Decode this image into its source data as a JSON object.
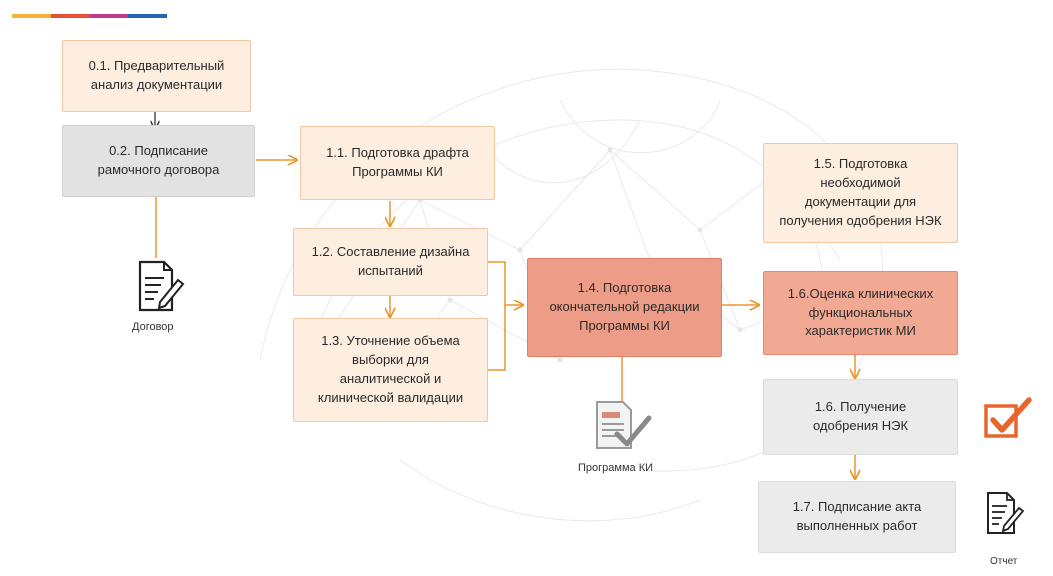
{
  "colors": {
    "orange_line": "#e8962e",
    "arrow_black": "#333333",
    "box_light": "#fdeee0",
    "box_grey": "#e2e2e2",
    "box_accent": "#ec9c87",
    "check_orange": "#e8662e",
    "top_bar": [
      "#f2b233",
      "#e94e3a",
      "#c23a8f",
      "#2a62b8"
    ]
  },
  "boxes": {
    "b01": "0.1. Предварительный\nанализ документации",
    "b02": "0.2. Подписание\nрамочного договора",
    "b11": "1.1. Подготовка драфта\nПрограммы КИ",
    "b12": "1.2. Составление дизайна\nиспытаний",
    "b13": "1.3. Уточнение объема\nвыборки для\nаналитической и\nклинической валидации",
    "b14": "1.4. Подготовка\nокончательной редакции\nПрограммы КИ",
    "b15": "1.5. Подготовка\nнеобходимой\nдокументации для\nполучения одобрения НЭК",
    "b16a": "1.6.Оценка клинических\nфункциональных\nхарактеристик МИ",
    "b16b": "1.6. Получение\nодобрения НЭК",
    "b17": "1.7. Подписание акта\nвыполненных работ"
  },
  "captions": {
    "contract": "Договор",
    "program": "Программа КИ",
    "report": "Отчет"
  },
  "icons": {
    "contract": "document-pen-icon",
    "program": "document-check-icon",
    "approval": "checkbox-check-icon",
    "report": "document-pen-icon"
  }
}
